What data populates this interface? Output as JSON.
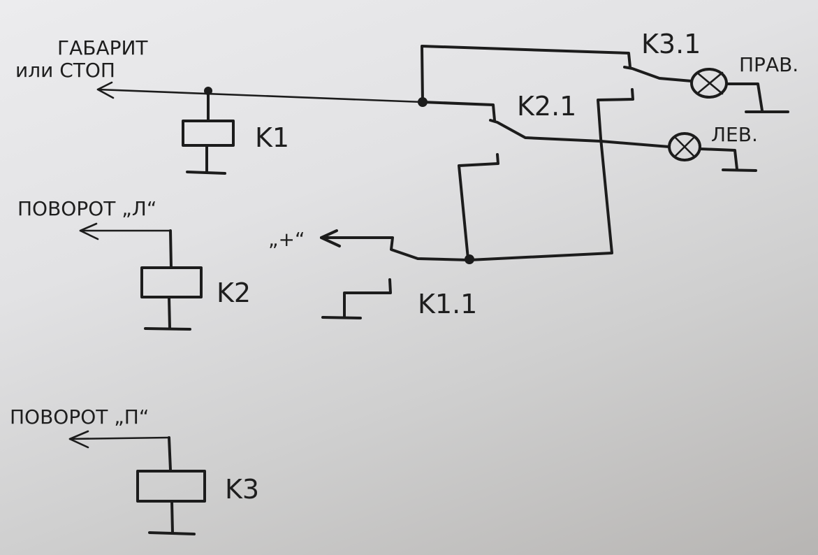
{
  "diagram": {
    "type": "hand-drawn relay circuit schematic",
    "colors": {
      "ink": "#1c1c1c",
      "paper": "#e2e2e4"
    },
    "inputs": {
      "parking_or_brake": {
        "line1": "ГАБАРИТ",
        "line2": "или СТОП"
      },
      "turn_left": "ПОВОРОТ „Л“",
      "turn_right": "ПОВОРОТ „П“",
      "plus": "„+“"
    },
    "relays": {
      "k1": "K1",
      "k2": "K2",
      "k3": "K3"
    },
    "contacts": {
      "k1_1": "K1.1",
      "k2_1": "K2.1",
      "k3_1": "K3.1"
    },
    "lamps": {
      "right": "ПРАВ.",
      "left": "ЛЕВ."
    }
  }
}
